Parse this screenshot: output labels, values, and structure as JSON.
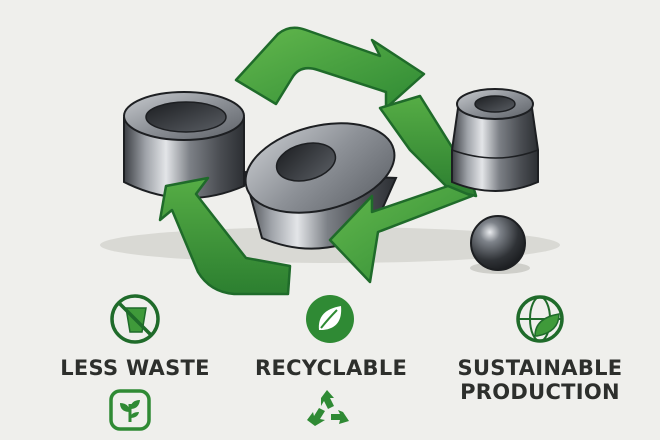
{
  "features": [
    {
      "id": "less-waste",
      "label": "LESS WASTE",
      "icon": "no-waste-icon"
    },
    {
      "id": "recyclable",
      "label": "RECYCLABLE",
      "icon": "leaf-icon"
    },
    {
      "id": "sustainable-production",
      "label_line1": "SUSTAINABLE",
      "label_line2": "PRODUCTION",
      "icon": "globe-leaf-icon"
    }
  ],
  "bottom_icons": [
    "plant-icon",
    "recycle-icon"
  ],
  "hero": {
    "main_icon": "recycle-arrows-icon",
    "parts": [
      "steel-bushing",
      "steel-ring",
      "steel-cone-bushing",
      "steel-ball"
    ]
  },
  "colors": {
    "green": "#3f9a3a",
    "dark_green": "#1f6b2a",
    "light_green": "#5cb547",
    "steel": "#7a7e84",
    "text": "#2d2f2c",
    "background": "#efefec"
  }
}
